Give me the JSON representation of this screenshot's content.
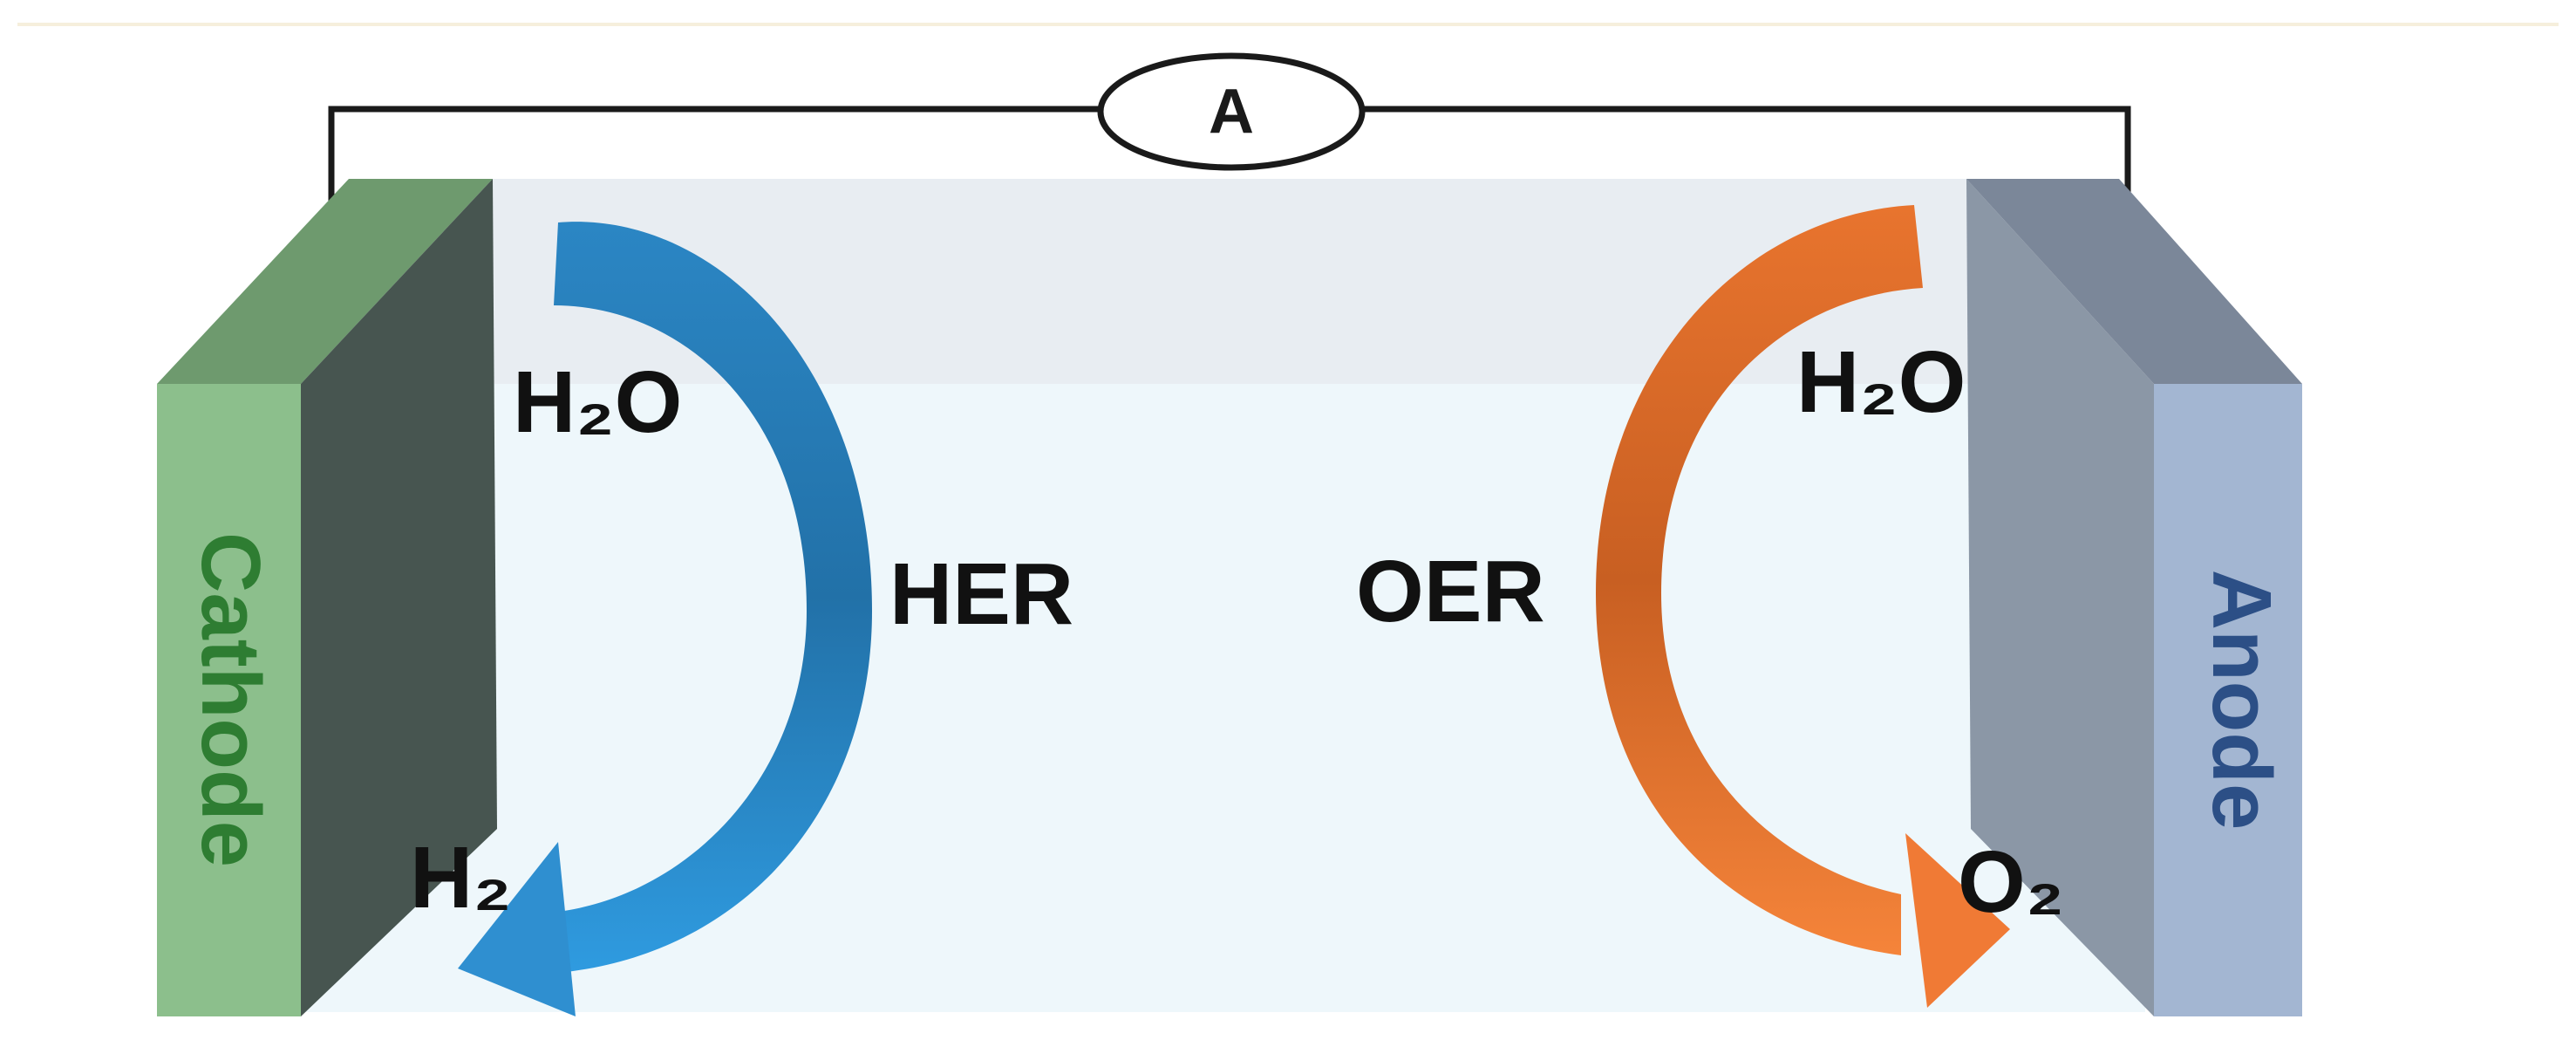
{
  "diagram": {
    "ammeter_label": "A",
    "cathode": {
      "label": "Cathode",
      "reaction": "HER",
      "reactant": "H2O",
      "product": "H2",
      "arrow_color": "#2f8fd0"
    },
    "anode": {
      "label": "Anode",
      "reaction": "OER",
      "reactant": "H2O",
      "product": "O2",
      "arrow_color": "#f07a35"
    },
    "colors": {
      "cathode_face": "#8cbf8c",
      "cathode_side": "#475550",
      "cathode_text": "#2e7d32",
      "anode_face": "#a3b6d2",
      "anode_side": "#8b97a6",
      "anode_text": "#2c4f86",
      "electrolyte": "#eef7fb",
      "wire": "#1a1a1a"
    }
  }
}
